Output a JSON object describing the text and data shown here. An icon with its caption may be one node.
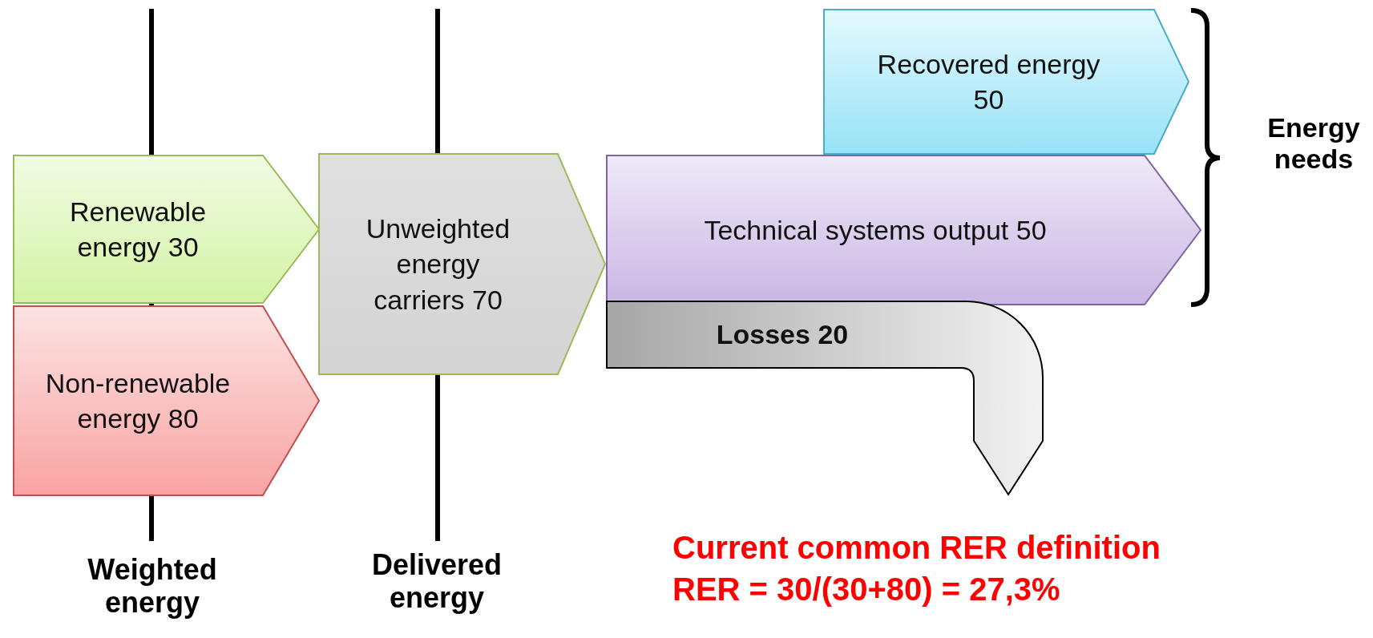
{
  "diagram": {
    "nodes": [
      {
        "text": [
          "Recovered energy 50"
        ]
      },
      {
        "text": [
          "Renewable energy 30"
        ]
      },
      {
        "text": [
          "Unweighted energy carriers 70"
        ]
      },
      {
        "text": [
          "Technical systems output 50"
        ]
      },
      {
        "text": [
          "Non-renewable energy 80"
        ]
      },
      {
        "text": [
          "Losses 20"
        ]
      }
    ],
    "labels": [
      "Energy needs",
      "Weighted energy",
      "Delivered energy",
      "Current common RER definition",
      "RER = 30/(30+80) = 27,3%"
    ]
  }
}
